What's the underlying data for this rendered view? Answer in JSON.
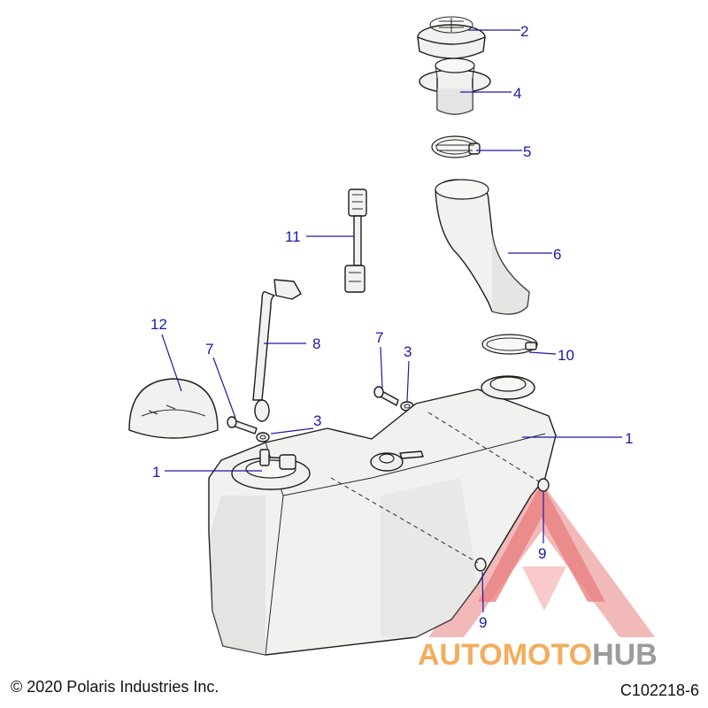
{
  "callouts": {
    "c1a": "1",
    "c1b": "1",
    "c2": "2",
    "c3a": "3",
    "c3b": "3",
    "c4": "4",
    "c5": "5",
    "c6": "6",
    "c7a": "7",
    "c7b": "7",
    "c8": "8",
    "c9a": "9",
    "c9b": "9",
    "c10": "10",
    "c11": "11",
    "c12": "12"
  },
  "footer": {
    "copyright": "© 2020 Polaris Industries Inc.",
    "drawing_id": "C102218-6"
  },
  "watermark": {
    "part1": "AUTOMOTO",
    "part2": "HUB"
  },
  "colors": {
    "callout": "#1a1aa8",
    "watermark_red": "#e05555",
    "watermark_orange": "#f0a040",
    "watermark_gray": "#8a8a8a"
  }
}
